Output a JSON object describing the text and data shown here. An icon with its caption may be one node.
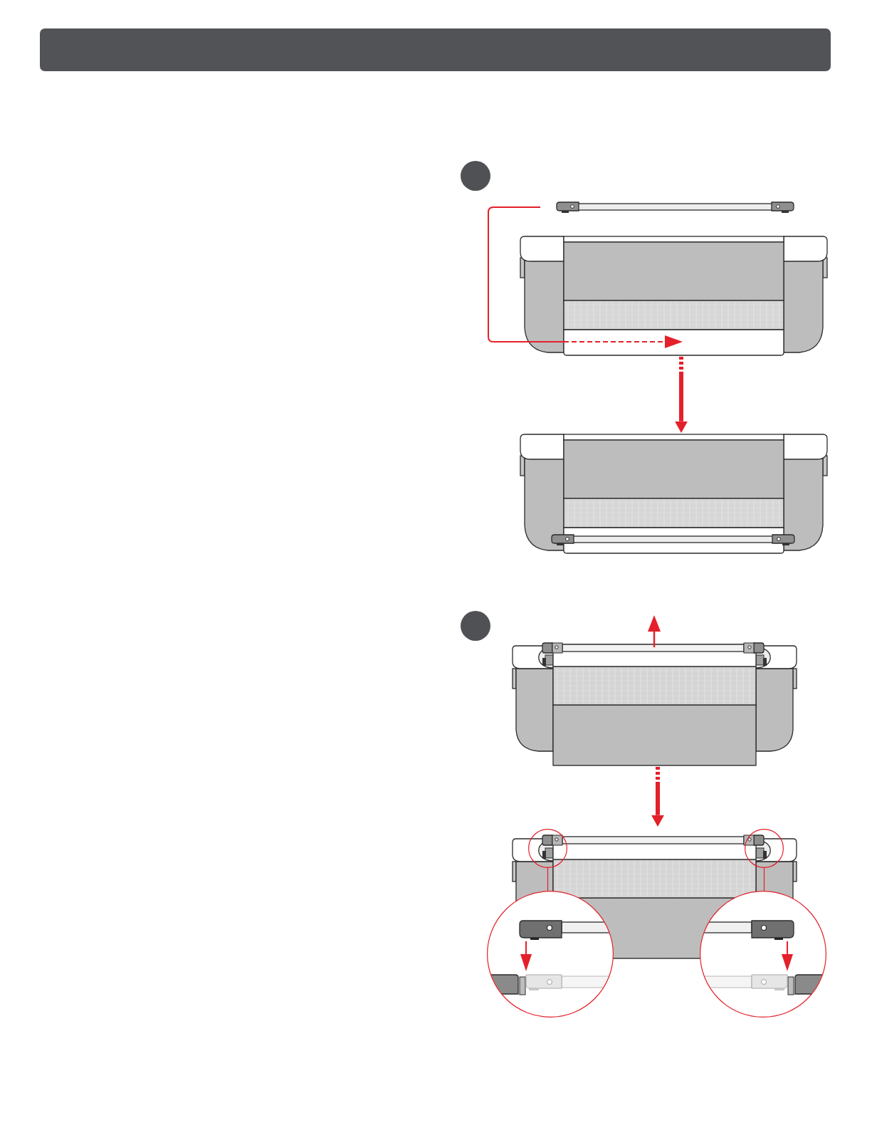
{
  "diagram": {
    "nodes": [
      {
        "text": [],
        "shape": "bar"
      },
      {
        "text": [],
        "shape": "circle"
      },
      {
        "text": [],
        "shape": "picture"
      },
      {
        "text": [],
        "shape": "picture"
      },
      {
        "text": [],
        "shape": "circle"
      },
      {
        "text": [],
        "shape": "picture"
      },
      {
        "text": [],
        "shape": "picture"
      },
      {
        "text": [],
        "shape": "circle",
        "in": 6
      },
      {
        "text": [],
        "shape": "circle",
        "in": 6
      },
      {
        "text": [],
        "shape": "picture"
      },
      {
        "text": [],
        "shape": "picture"
      }
    ],
    "edges": [
      {
        "from": 2,
        "to": 3,
        "arrow": "to",
        "style": "dashed"
      },
      {
        "from": 5,
        "to": 6,
        "arrow": "to",
        "style": "dashed"
      },
      {
        "from": 7,
        "to": 9,
        "arrow": "none"
      },
      {
        "from": 8,
        "to": 10,
        "arrow": "none"
      }
    ]
  }
}
